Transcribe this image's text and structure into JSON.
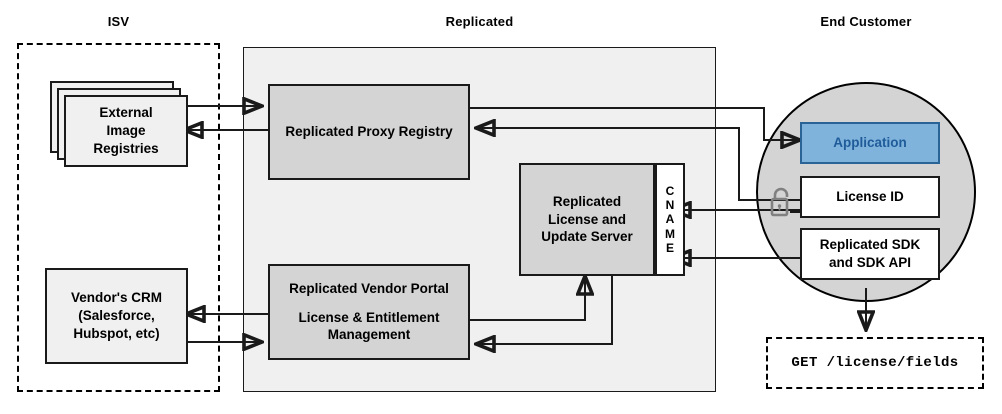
{
  "zones": {
    "isv": {
      "label": "ISV"
    },
    "replicated": {
      "label": "Replicated"
    },
    "end_customer": {
      "label": "End Customer"
    }
  },
  "nodes": {
    "external_registries": {
      "lines": [
        "External",
        "Image",
        "Registries"
      ]
    },
    "vendor_crm": {
      "lines": [
        "Vendor's CRM",
        "(Salesforce,",
        "Hubspot, etc)"
      ]
    },
    "proxy_registry": {
      "lines": [
        "Replicated Proxy Registry"
      ]
    },
    "license_update_server": {
      "lines": [
        "Replicated",
        "License and",
        "Update Server"
      ]
    },
    "cname": {
      "letters": [
        "C",
        "N",
        "A",
        "M",
        "E"
      ]
    },
    "vendor_portal": {
      "lines": [
        "Replicated Vendor Portal",
        "",
        "License & Entitlement",
        "Management"
      ]
    },
    "application": {
      "lines": [
        "Application"
      ]
    },
    "license_id": {
      "lines": [
        "License ID"
      ]
    },
    "sdk": {
      "lines": [
        "Replicated SDK",
        "and SDK API"
      ]
    },
    "api_call": {
      "text": "GET /license/fields"
    }
  },
  "icons": {
    "unlocked_padlock": "unlocked-padlock-icon"
  },
  "colors": {
    "application_fill": "#7fb3dc",
    "application_text": "#1f5c99",
    "node_gray": "#d4d4d4",
    "node_light": "#f0f0f0",
    "zone_fill": "#f0f0f0",
    "circle_fill": "#d4d4d4",
    "stroke": "#1a1a1a"
  }
}
